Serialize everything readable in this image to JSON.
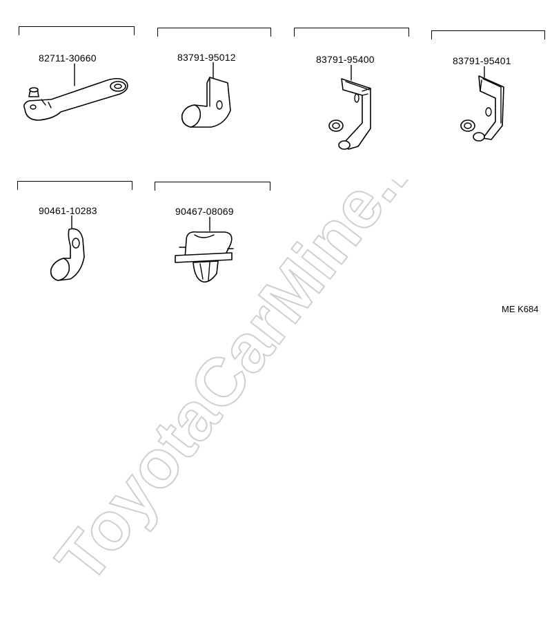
{
  "parts": [
    {
      "id": "p1",
      "part_number": "82711-30660",
      "icon": "wire-harness-clamp-bracket-icon"
    },
    {
      "id": "p2",
      "part_number": "83791-95012",
      "icon": "cable-clamp-icon"
    },
    {
      "id": "p3",
      "part_number": "83791-95400",
      "icon": "bracket-clamp-icon"
    },
    {
      "id": "p4",
      "part_number": "83791-95401",
      "icon": "bracket-clamp-icon"
    },
    {
      "id": "p5",
      "part_number": "90461-10283",
      "icon": "cable-clamp-icon"
    },
    {
      "id": "p6",
      "part_number": "90467-08069",
      "icon": "push-clip-icon"
    }
  ],
  "reference_code": "ME K684",
  "watermark": "ToyotaCarMine.ru"
}
